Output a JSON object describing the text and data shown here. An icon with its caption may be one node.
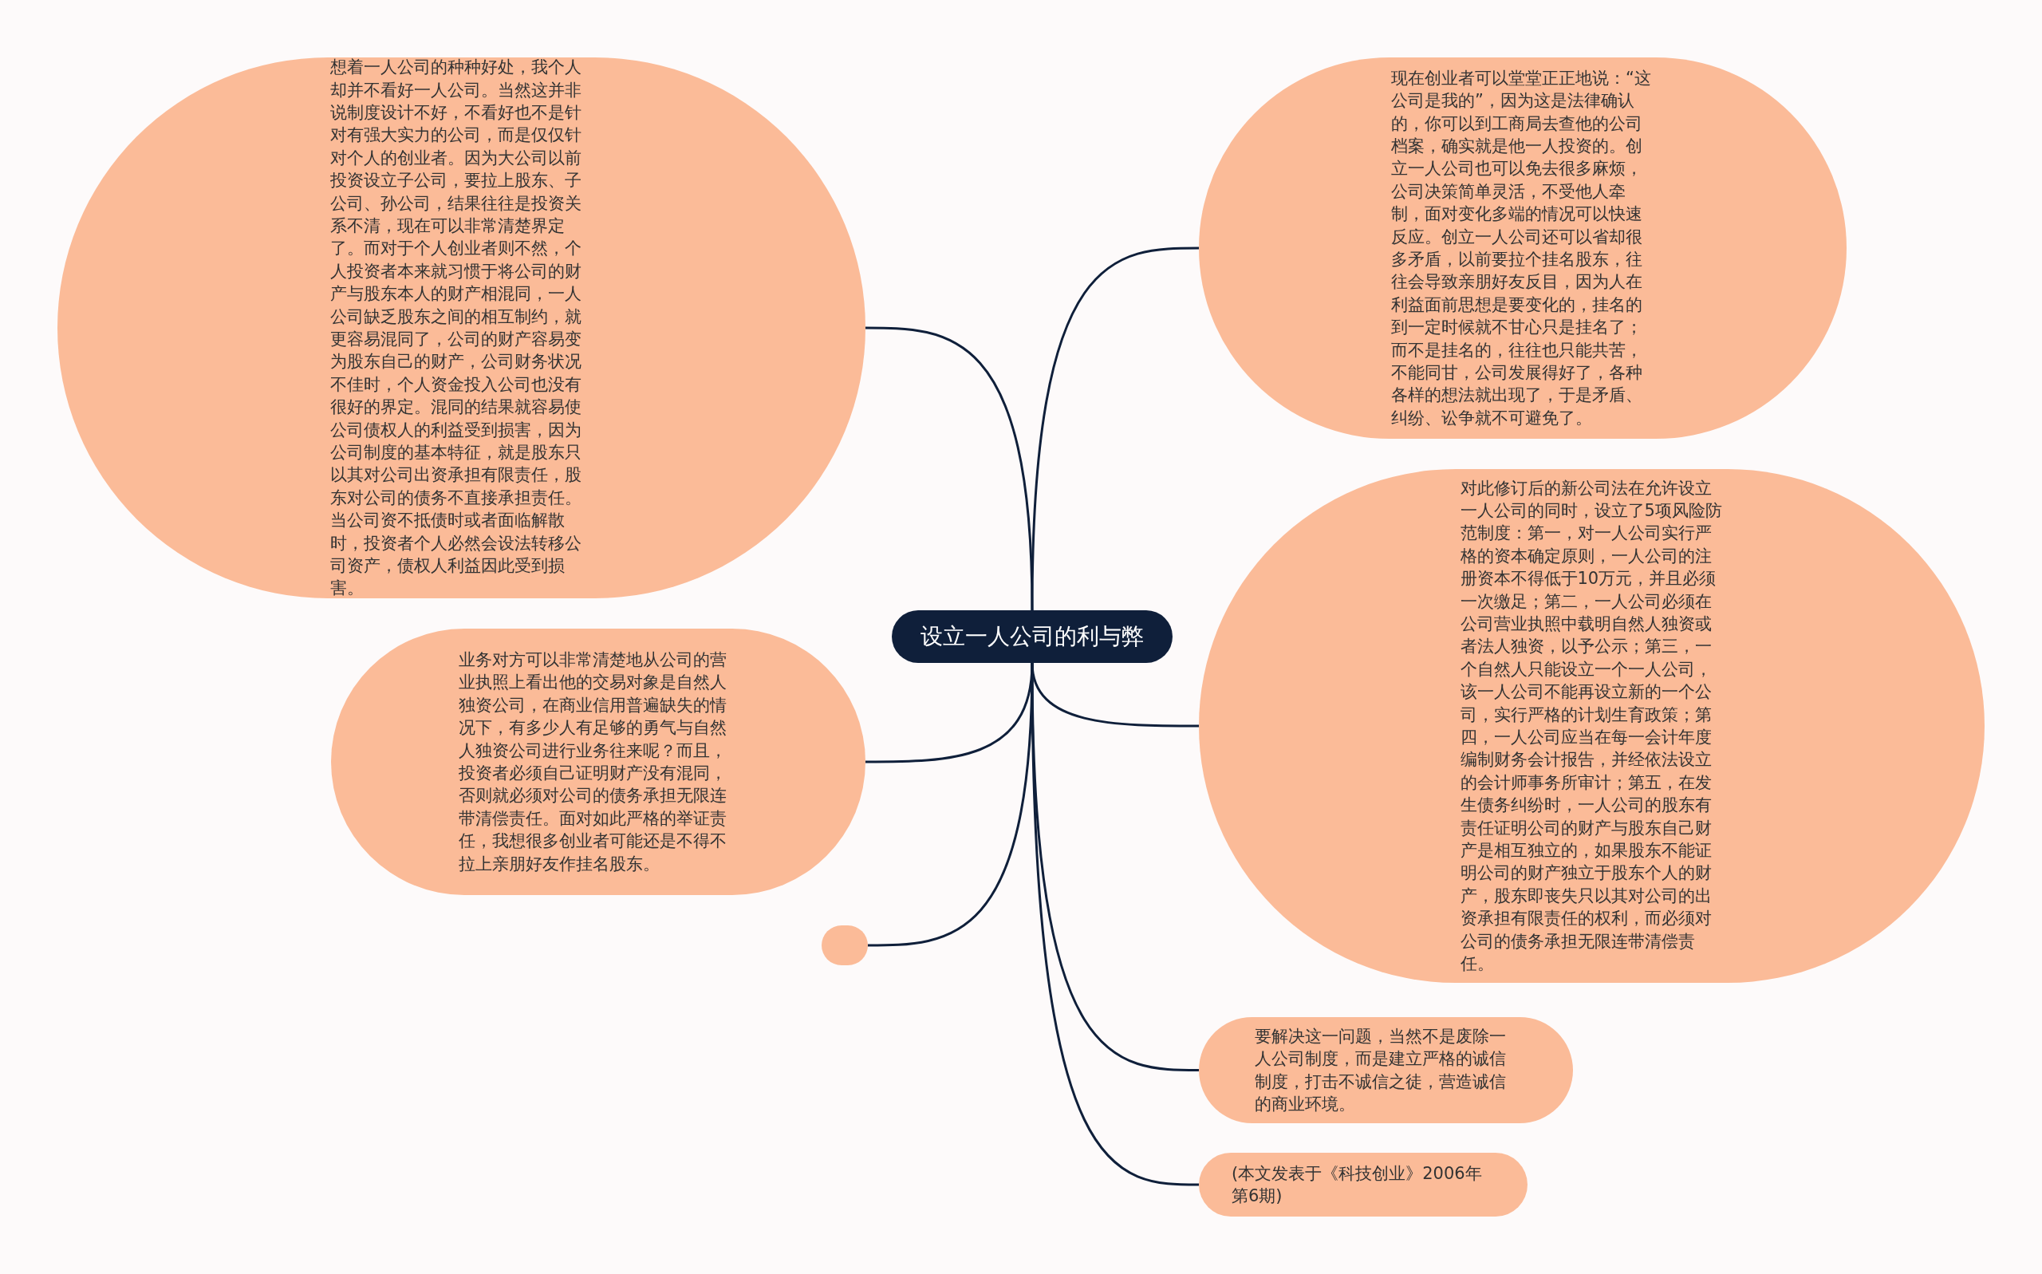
{
  "diagram": {
    "nodes": [
      {
        "text": [
          "设立一人公司的利与弊"
        ]
      },
      {
        "text": [
          "想着一人公司的种种好处，我个人却并不看好一人公司。当然这并非说制度设计不好，不看好也不是针对有强大实力的公司，而是仅仅针对个人的创业者。因为大公司以前投资设立子公司，要拉上股东、子公司、孙公司，结果往往是投资关系不清，现在可以非常清楚界定了。而对于个人创业者则不然，个人投资者本来就习惯于将公司的财产与股东本人的财产相混同，一人公司缺乏股东之间的相互制约，就更容易混同了，公司的财产容易变为股东自己的财产，公司财务状况不佳时，个人资金投入公司也没有很好的界定。混同的结果就容易使公司债权人的利益受到损害，因为公司制度的基本特征，就是股东只以其对公司出资承担有限责任，股东对公司的债务不直接承担责任。当公司资不抵债时或者面临解散时，投资者个人必然会设法转移公司资产，债权人利益因此受到损害。"
        ]
      },
      {
        "text": [
          "现在创业者可以堂堂正正地说：“这公司是我的”，因为这是法律确认的，你可以到工商局去查他的公司档案，确实就是他一人投资的。创立一人公司也可以免去很多麻烦，公司决策简单灵活，不受他人牵制，面对变化多端的情况可以快速反应。创立一人公司还可以省却很多矛盾，以前要拉个挂名股东，往往会导致亲朋好友反目，因为人在利益面前思想是要变化的，挂名的到一定时候就不甘心只是挂名了；而不是挂名的，往往也只能共苦，不能同甘，公司发展得好了，各种各样的想法就出现了，于是矛盾、纠纷、讼争就不可避免了。"
        ]
      },
      {
        "text": [
          "对此修订后的新公司法在允许设立一人公司的同时，设立了5项风险防范制度：第一，对一人公司实行严格的资本确定原则，一人公司的注册资本不得低于10万元，并且必须一次缴足；第二，一人公司必须在公司营业执照中载明自然人独资或者法人独资，以予公示；第三，一个自然人只能设立一个一人公司，该一人公司不能再设立新的一个公司，实行严格的计划生育政策；第四，一人公司应当在每一会计年度编制财务会计报告，并经依法设立的会计师事务所审计；第五，在发生债务纠纷时，一人公司的股东有责任证明公司的财产与股东自己财产是相互独立的，如果股东不能证明公司的财产独立于股东个人的财产，股东即丧失只以其对公司的出资承担有限责任的权利，而必须对公司的债务承担无限连带清偿责任。"
        ]
      },
      {
        "text": [
          "业务对方可以非常清楚地从公司的营业执照上看出他的交易对象是自然人独资公司，在商业信用普遍缺失的情况下，有多少人有足够的勇气与自然人独资公司进行业务往来呢？而且，投资者必须自己证明财产没有混同，否则就必须对公司的债务承担无限连带清偿责任。面对如此严格的举证责任，我想很多创业者可能还是不得不拉上亲朋好友作挂名股东。"
        ]
      },
      {
        "text": [
          "要解决这一问题，当然不是废除一人公司制度，而是建立严格的诚信制度，打击不诚信之徒，营造诚信的商业环境。"
        ]
      },
      {
        "text": [],
        "shape": "circle"
      },
      {
        "text": [
          "(本文发表于《科技创业》2006年第6期)"
        ]
      }
    ],
    "edges": [
      {
        "from": 0,
        "to": 1,
        "arrow": "none"
      },
      {
        "from": 0,
        "to": 2,
        "arrow": "none"
      },
      {
        "from": 0,
        "to": 3,
        "arrow": "none"
      },
      {
        "from": 0,
        "to": 4,
        "arrow": "none"
      },
      {
        "from": 0,
        "to": 5,
        "arrow": "none"
      },
      {
        "from": 0,
        "to": 6,
        "arrow": "none"
      },
      {
        "from": 0,
        "to": 7,
        "arrow": "none"
      }
    ]
  }
}
